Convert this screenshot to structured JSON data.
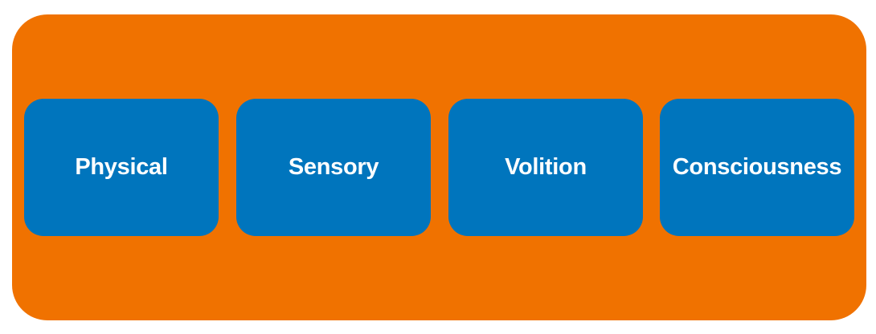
{
  "colors": {
    "container_fill": "#F07200",
    "box_fill": "#0075BD",
    "text": "#FFFFFF"
  },
  "boxes": [
    {
      "label": "Physical"
    },
    {
      "label": "Sensory"
    },
    {
      "label": "Volition"
    },
    {
      "label": "Consciousness"
    }
  ]
}
